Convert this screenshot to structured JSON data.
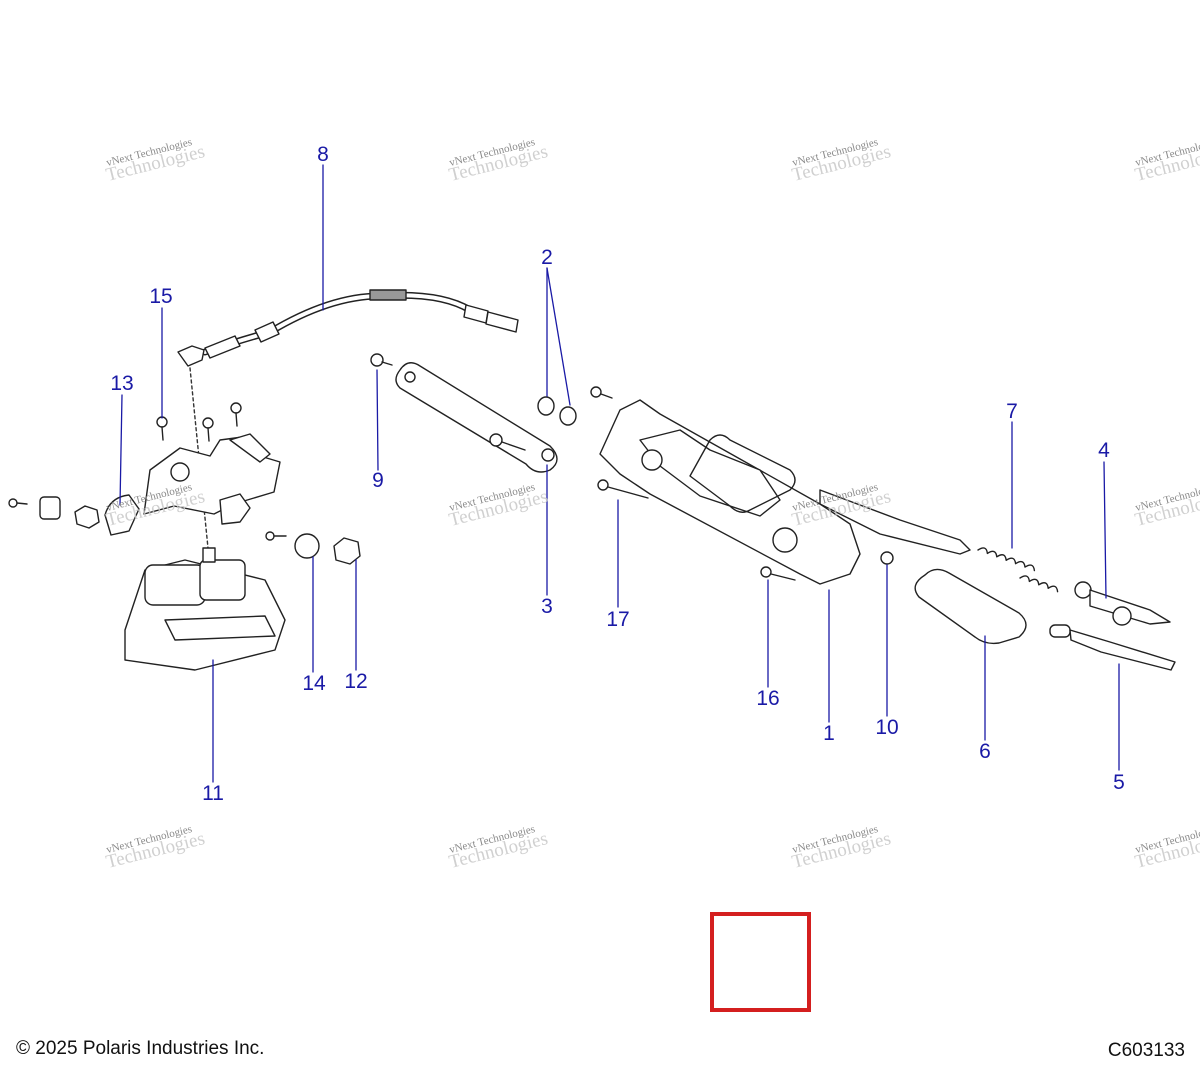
{
  "diagram": {
    "callouts": [
      "1",
      "2",
      "3",
      "4",
      "5",
      "6",
      "7",
      "8",
      "9",
      "10",
      "11",
      "12",
      "13",
      "14",
      "15",
      "16",
      "17"
    ],
    "watermark": {
      "line1": "vNext Technologies",
      "line2": "Technologies"
    }
  },
  "footer": {
    "copyright": "© 2025 Polaris Industries Inc.",
    "drawing_id": "C603133"
  },
  "colors": {
    "callout": "#1a1aa6",
    "marker": "#d41f1f"
  }
}
